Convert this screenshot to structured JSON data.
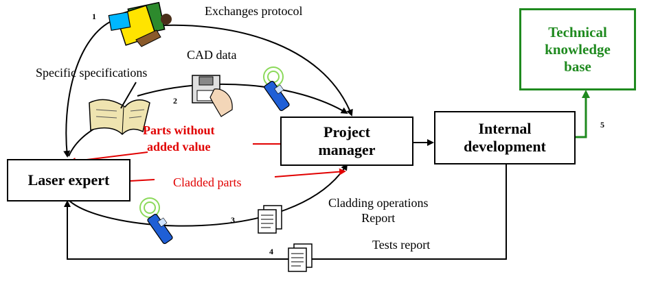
{
  "boxes": {
    "laser_expert": "Laser expert",
    "project_manager": "Project\nmanager",
    "internal_development": "Internal\ndevelopment",
    "knowledge_base": "Technical\nknowledge\nbase"
  },
  "flows": {
    "f1": {
      "number": "1",
      "label": "Exchanges protocol"
    },
    "f2": {
      "number": "2",
      "label": "CAD data"
    },
    "specific_specifications": "Specific specifications",
    "parts_without_value": "Parts without\nadded value",
    "cladded_parts": "Cladded parts",
    "f3": {
      "number": "3",
      "label": "Cladding operations\nReport"
    },
    "f4": {
      "number": "4",
      "label": "Tests report"
    },
    "f5": {
      "number": "5"
    }
  },
  "icons": [
    "handshake-documents-icon",
    "floppy-disk-hand-icon",
    "mobile-phone-icon",
    "open-book-pen-icon",
    "report-pages-icon"
  ],
  "colors": {
    "accent_red": "#e10000",
    "knowledge_green": "#1f8a1f",
    "phone_blue": "#1f5fd6"
  }
}
